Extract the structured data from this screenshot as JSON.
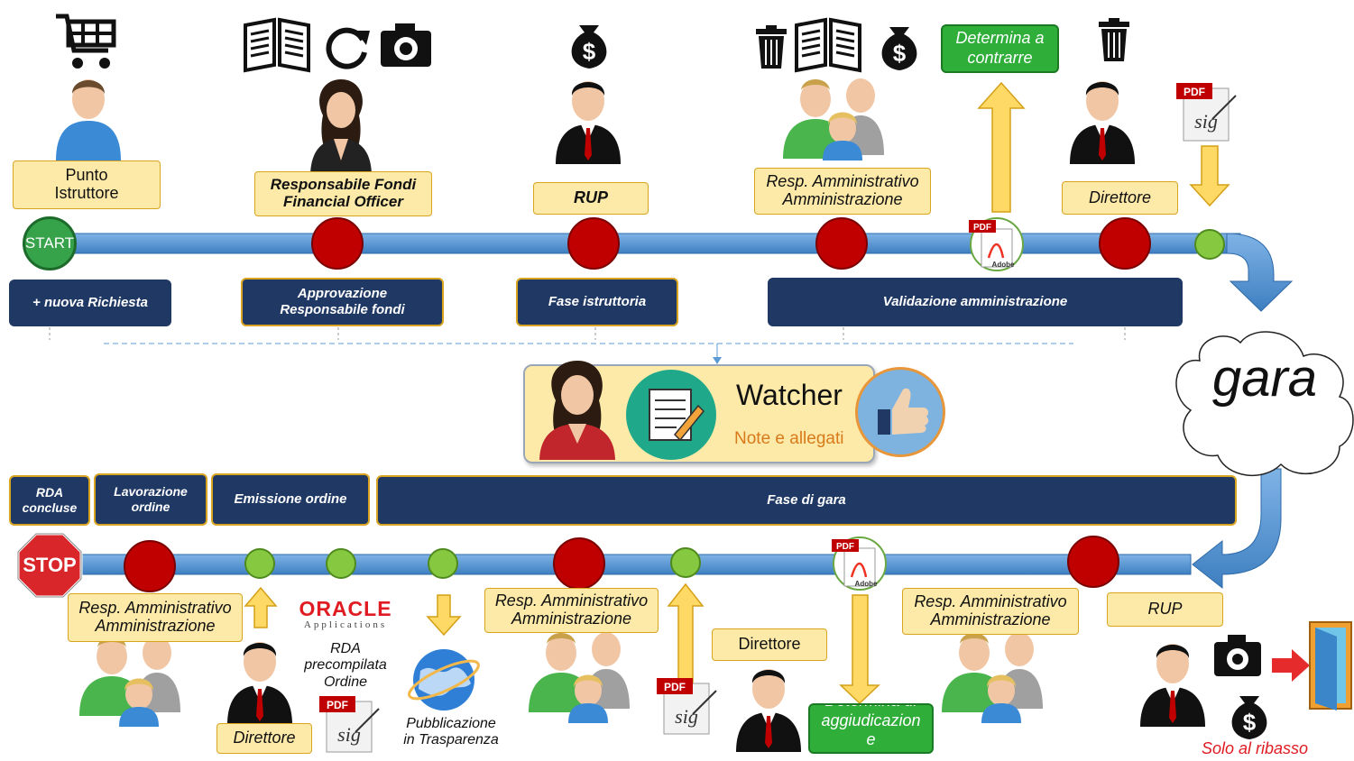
{
  "top_labels": {
    "punto_istruttore": [
      "Punto",
      "Istruttore"
    ],
    "responsabile_fondi": [
      "Responsabile Fondi",
      "Financial Officer"
    ],
    "rup_top": "RUP",
    "resp_amm_top": [
      "Resp. Amministrativo",
      "Amministrazione"
    ],
    "determina_contrarre": [
      "Determina a",
      "contrarre"
    ],
    "direttore_top": "Direttore",
    "start": "START"
  },
  "top_phases": {
    "nuova_richiesta": "+ nuova Richiesta",
    "approvazione": [
      "Approvazione",
      "Responsabile fondi"
    ],
    "fase_istruttoria": "Fase istruttoria",
    "validazione": "Validazione amministrazione"
  },
  "watcher": {
    "title": "Watcher",
    "subtitle": "Note e allegati"
  },
  "gara": "gara",
  "bottom_phases": {
    "rda_concluse": [
      "RDA",
      "concluse"
    ],
    "lavorazione_ordine": [
      "Lavorazione",
      "ordine"
    ],
    "emissione_ordine": "Emissione ordine",
    "fase_di_gara": "Fase di gara"
  },
  "bottom_labels": {
    "stop": "STOP",
    "resp_amm_1": [
      "Resp. Amministrativo",
      "Amministrazione"
    ],
    "direttore_1": "Direttore",
    "oracle": "ORACLE",
    "applications": "Applications",
    "rda_precompilata": [
      "RDA",
      "precompilata",
      "Ordine"
    ],
    "pubblicazione": [
      "Pubblicazione",
      "in Trasparenza"
    ],
    "resp_amm_2": [
      "Resp. Amministrativo",
      "Amministrazione"
    ],
    "direttore_2": "Direttore",
    "determina_aggiudicazione": [
      "Determina di",
      "aggiudicazion",
      "e"
    ],
    "resp_amm_3": [
      "Resp. Amministrativo",
      "Amministrazione"
    ],
    "rup_bottom": "RUP",
    "solo_ribasso": "Solo al ribasso"
  },
  "icons": {
    "pdf": "PDF",
    "sig": "sig",
    "adobe": "Adobe",
    "dollar": "$"
  },
  "colors": {
    "track": "#5b9bd5",
    "node_red": "#c00000",
    "node_green": "#86c940",
    "label_bg": "#fdeaa8",
    "phase_bg": "#1f3864",
    "green_box": "#2fae3a",
    "arrow_yellow": "#ffd966"
  }
}
